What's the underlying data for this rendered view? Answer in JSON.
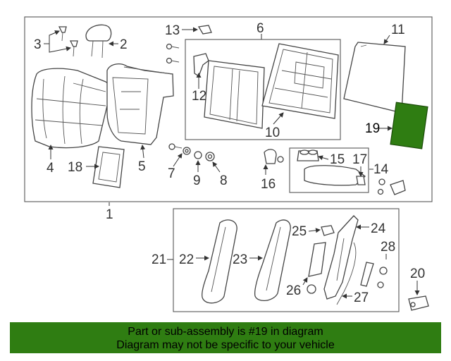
{
  "diagram": {
    "callouts": [
      "1",
      "2",
      "3",
      "4",
      "5",
      "6",
      "7",
      "8",
      "9",
      "10",
      "11",
      "12",
      "13",
      "14",
      "15",
      "16",
      "17",
      "18",
      "19",
      "20",
      "21",
      "22",
      "23",
      "24",
      "25",
      "26",
      "27",
      "28"
    ],
    "highlight_color": "#2f7d12"
  },
  "banner": {
    "line1": "Part or sub-assembly is #19 in diagram",
    "line2": "Diagram may not be specific to your vehicle",
    "color": "#2f7d12"
  }
}
